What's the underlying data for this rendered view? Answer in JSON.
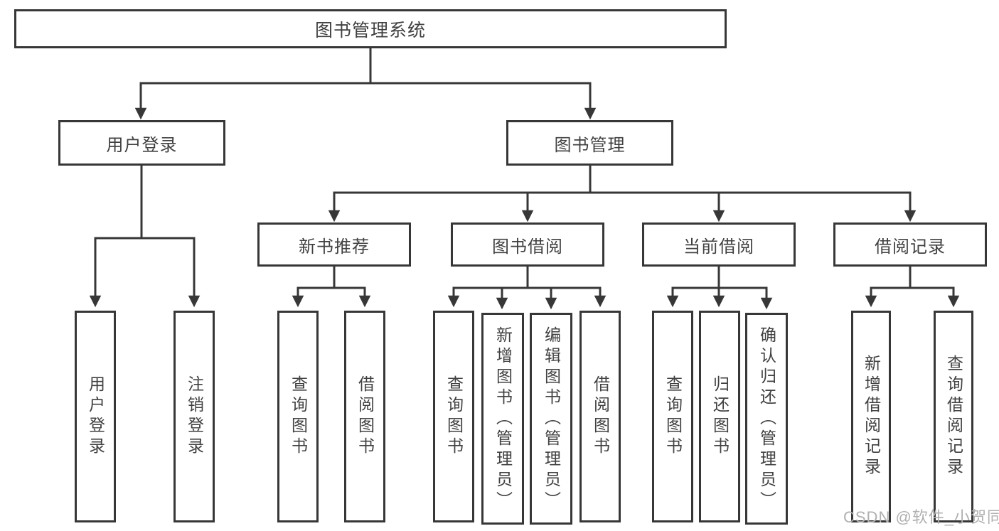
{
  "diagram_title": "图书管理系统",
  "tree": {
    "label": "图书管理系统",
    "children": [
      {
        "label": "用户登录",
        "children": [
          {
            "label": "用户登录"
          },
          {
            "label": "注销登录"
          }
        ]
      },
      {
        "label": "图书管理",
        "children": [
          {
            "label": "新书推荐",
            "children": [
              {
                "label": "查询图书"
              },
              {
                "label": "借阅图书"
              }
            ]
          },
          {
            "label": "图书借阅",
            "children": [
              {
                "label": "查询图书"
              },
              {
                "label": "新增图书（管理员）"
              },
              {
                "label": "编辑图书（管理员）"
              },
              {
                "label": "借阅图书"
              }
            ]
          },
          {
            "label": "当前借阅",
            "children": [
              {
                "label": "查询图书"
              },
              {
                "label": "归还图书"
              },
              {
                "label": "确认归还（管理员）"
              }
            ]
          },
          {
            "label": "借阅记录",
            "children": [
              {
                "label": "新增借阅记录"
              },
              {
                "label": "查询借阅记录"
              }
            ]
          }
        ]
      }
    ]
  },
  "watermark": "CSDN @软件_小贺同学",
  "colors": {
    "line": "#373737",
    "box_border": "#373737",
    "box_fill": "#ffffff",
    "text": "#414141",
    "watermark": "#b0b0b0",
    "background": "#ffffff"
  }
}
